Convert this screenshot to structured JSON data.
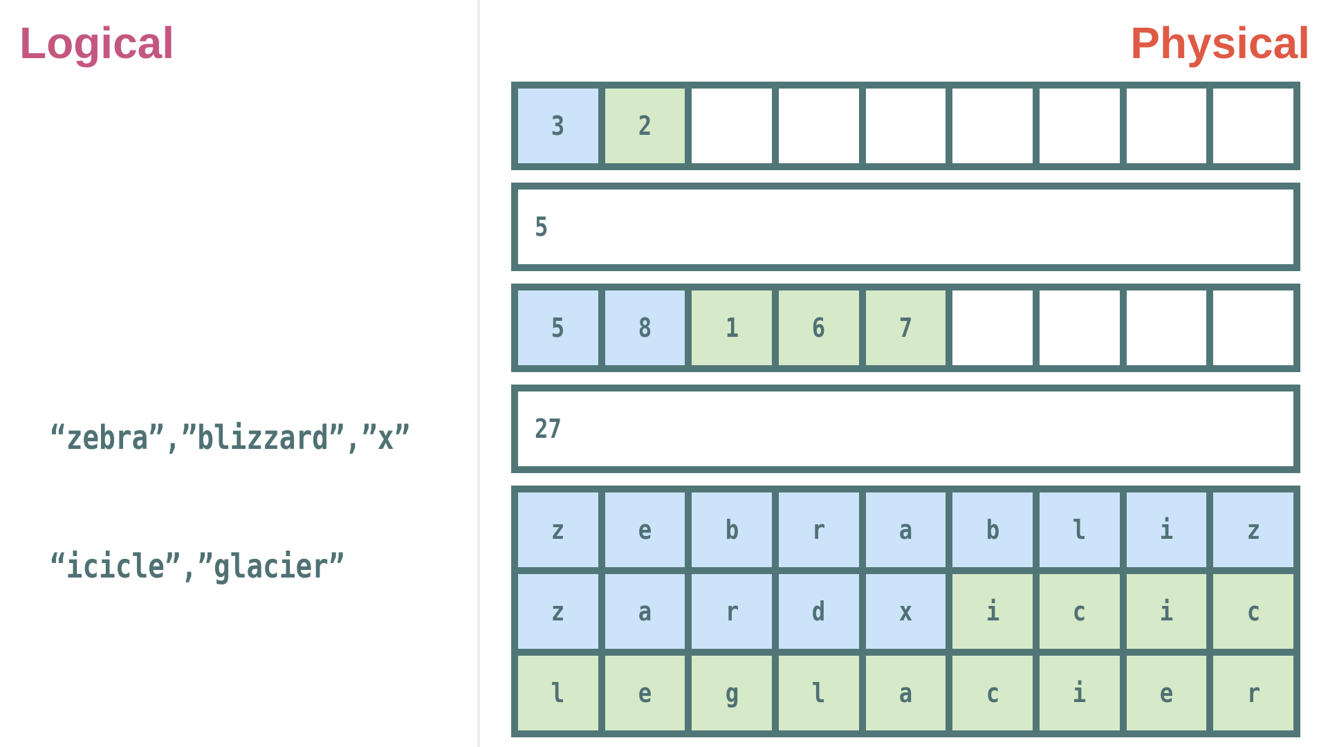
{
  "logical": {
    "title": "Logical",
    "lines": [
      "“zebra”,”blizzard”,”x”",
      "“icicle”,”glacier”"
    ]
  },
  "physical": {
    "title": "Physical",
    "offsets_row": [
      {
        "value": "3",
        "color": "blue"
      },
      {
        "value": "2",
        "color": "green"
      },
      {
        "value": "",
        "color": "white"
      },
      {
        "value": "",
        "color": "white"
      },
      {
        "value": "",
        "color": "white"
      },
      {
        "value": "",
        "color": "white"
      },
      {
        "value": "",
        "color": "white"
      },
      {
        "value": "",
        "color": "white"
      },
      {
        "value": "",
        "color": "white"
      }
    ],
    "count_value": "5",
    "lengths_row": [
      {
        "value": "5",
        "color": "blue"
      },
      {
        "value": "8",
        "color": "blue"
      },
      {
        "value": "1",
        "color": "green"
      },
      {
        "value": "6",
        "color": "green"
      },
      {
        "value": "7",
        "color": "green"
      },
      {
        "value": "",
        "color": "white"
      },
      {
        "value": "",
        "color": "white"
      },
      {
        "value": "",
        "color": "white"
      },
      {
        "value": "",
        "color": "white"
      }
    ],
    "total_value": "27",
    "chars_rows": [
      [
        {
          "value": "z",
          "color": "blue"
        },
        {
          "value": "e",
          "color": "blue"
        },
        {
          "value": "b",
          "color": "blue"
        },
        {
          "value": "r",
          "color": "blue"
        },
        {
          "value": "a",
          "color": "blue"
        },
        {
          "value": "b",
          "color": "blue"
        },
        {
          "value": "l",
          "color": "blue"
        },
        {
          "value": "i",
          "color": "blue"
        },
        {
          "value": "z",
          "color": "blue"
        }
      ],
      [
        {
          "value": "z",
          "color": "blue"
        },
        {
          "value": "a",
          "color": "blue"
        },
        {
          "value": "r",
          "color": "blue"
        },
        {
          "value": "d",
          "color": "blue"
        },
        {
          "value": "x",
          "color": "blue"
        },
        {
          "value": "i",
          "color": "green"
        },
        {
          "value": "c",
          "color": "green"
        },
        {
          "value": "i",
          "color": "green"
        },
        {
          "value": "c",
          "color": "green"
        }
      ],
      [
        {
          "value": "l",
          "color": "green"
        },
        {
          "value": "e",
          "color": "green"
        },
        {
          "value": "g",
          "color": "green"
        },
        {
          "value": "l",
          "color": "green"
        },
        {
          "value": "a",
          "color": "green"
        },
        {
          "value": "c",
          "color": "green"
        },
        {
          "value": "i",
          "color": "green"
        },
        {
          "value": "e",
          "color": "green"
        },
        {
          "value": "r",
          "color": "green"
        }
      ]
    ]
  },
  "colors": {
    "logical_title": "#c4577f",
    "physical_title": "#de5a45",
    "text": "#4f7174",
    "border": "#517677",
    "blue_fill": "#cce3fa",
    "green_fill": "#d6e9c8"
  }
}
